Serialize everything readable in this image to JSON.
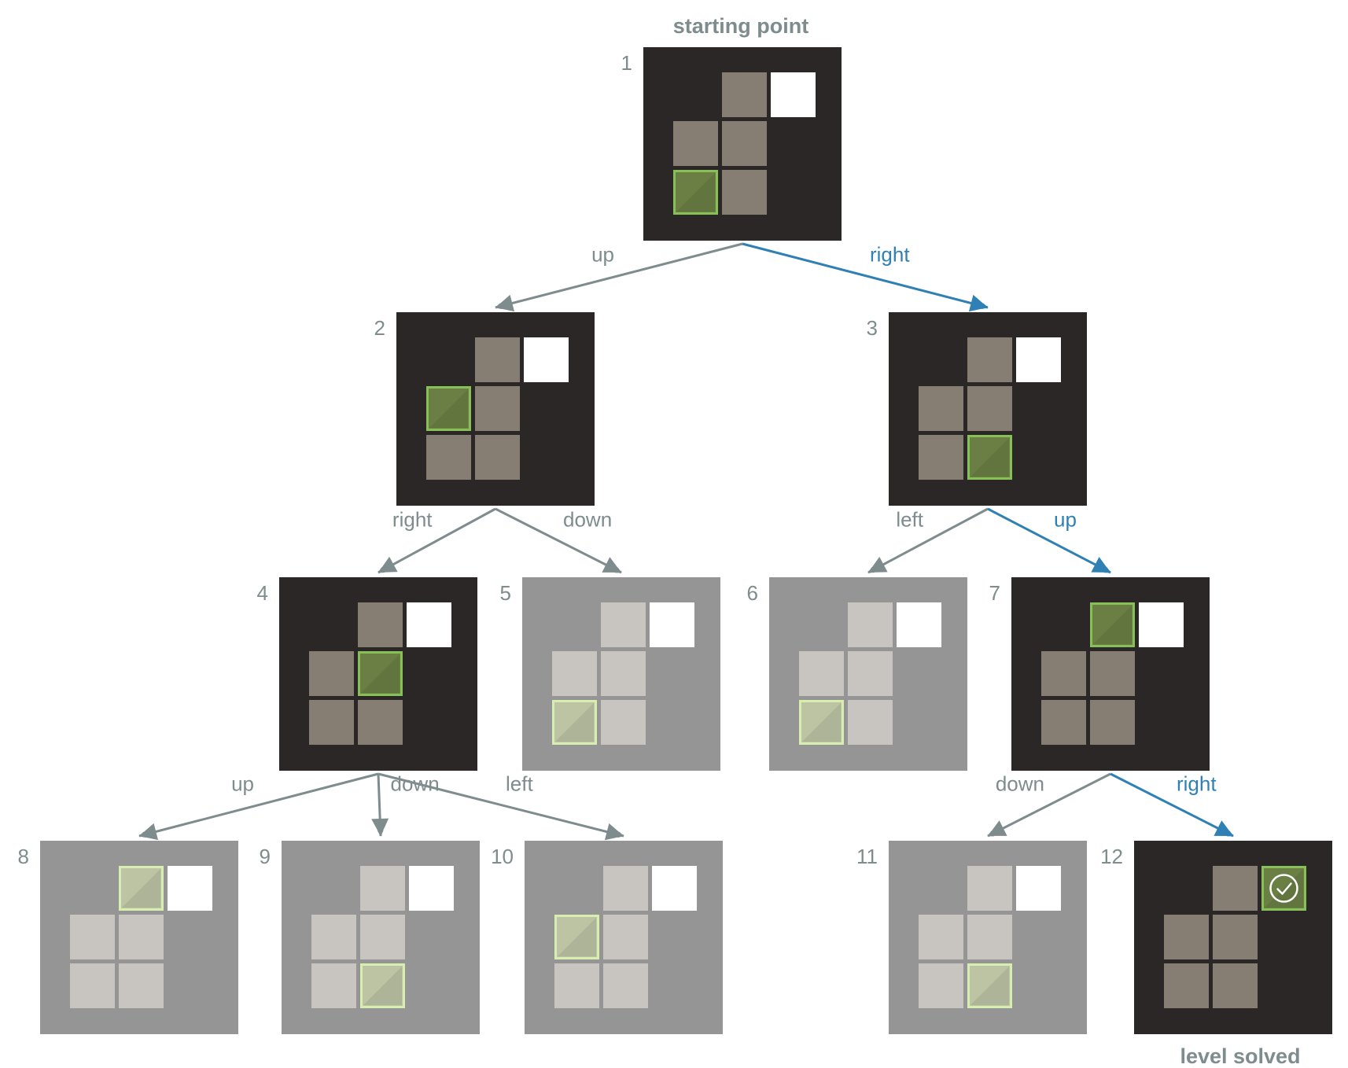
{
  "title_top": "starting point",
  "title_bottom": "level solved",
  "colors": {
    "active_bg": "#2b2726",
    "inactive_bg": "#969595",
    "active_tile": "#877e73",
    "inactive_tile": "#c8c4bf",
    "goal_tile": "#ffffff",
    "player_fill_active": "#6b7f45",
    "player_border_active": "#86c056",
    "player_fill_inactive": "#bcc4a4",
    "player_border_inactive": "#d7eeb0",
    "gray_edge": "#7f8c8d",
    "blue_edge": "#2f80b4",
    "label_gray": "#7f8c8d"
  },
  "states": [
    {
      "id": "1",
      "active": true,
      "player": [
        2,
        0
      ],
      "solved": false
    },
    {
      "id": "2",
      "active": true,
      "player": [
        1,
        0
      ],
      "solved": false
    },
    {
      "id": "3",
      "active": true,
      "player": [
        2,
        1
      ],
      "solved": false
    },
    {
      "id": "4",
      "active": true,
      "player": [
        1,
        1
      ],
      "solved": false
    },
    {
      "id": "5",
      "active": false,
      "player": [
        2,
        0
      ],
      "solved": false
    },
    {
      "id": "6",
      "active": false,
      "player": [
        2,
        0
      ],
      "solved": false
    },
    {
      "id": "7",
      "active": true,
      "player": [
        0,
        1
      ],
      "solved": false
    },
    {
      "id": "8",
      "active": false,
      "player": [
        0,
        1
      ],
      "solved": false
    },
    {
      "id": "9",
      "active": false,
      "player": [
        2,
        1
      ],
      "solved": false
    },
    {
      "id": "10",
      "active": false,
      "player": [
        1,
        0
      ],
      "solved": false
    },
    {
      "id": "11",
      "active": false,
      "player": [
        2,
        1
      ],
      "solved": false
    },
    {
      "id": "12",
      "active": true,
      "player": [
        0,
        2
      ],
      "solved": true
    }
  ],
  "edges": [
    {
      "from": "1",
      "to": "2",
      "label": "up",
      "path": false
    },
    {
      "from": "1",
      "to": "3",
      "label": "right",
      "path": true
    },
    {
      "from": "2",
      "to": "4",
      "label": "right",
      "path": false
    },
    {
      "from": "2",
      "to": "5",
      "label": "down",
      "path": false
    },
    {
      "from": "3",
      "to": "6",
      "label": "left",
      "path": false
    },
    {
      "from": "3",
      "to": "7",
      "label": "up",
      "path": true
    },
    {
      "from": "4",
      "to": "8",
      "label": "up",
      "path": false
    },
    {
      "from": "4",
      "to": "9",
      "label": "down",
      "path": false
    },
    {
      "from": "4",
      "to": "10",
      "label": "left",
      "path": false
    },
    {
      "from": "7",
      "to": "11",
      "label": "down",
      "path": false
    },
    {
      "from": "7",
      "to": "12",
      "label": "right",
      "path": true
    }
  ]
}
